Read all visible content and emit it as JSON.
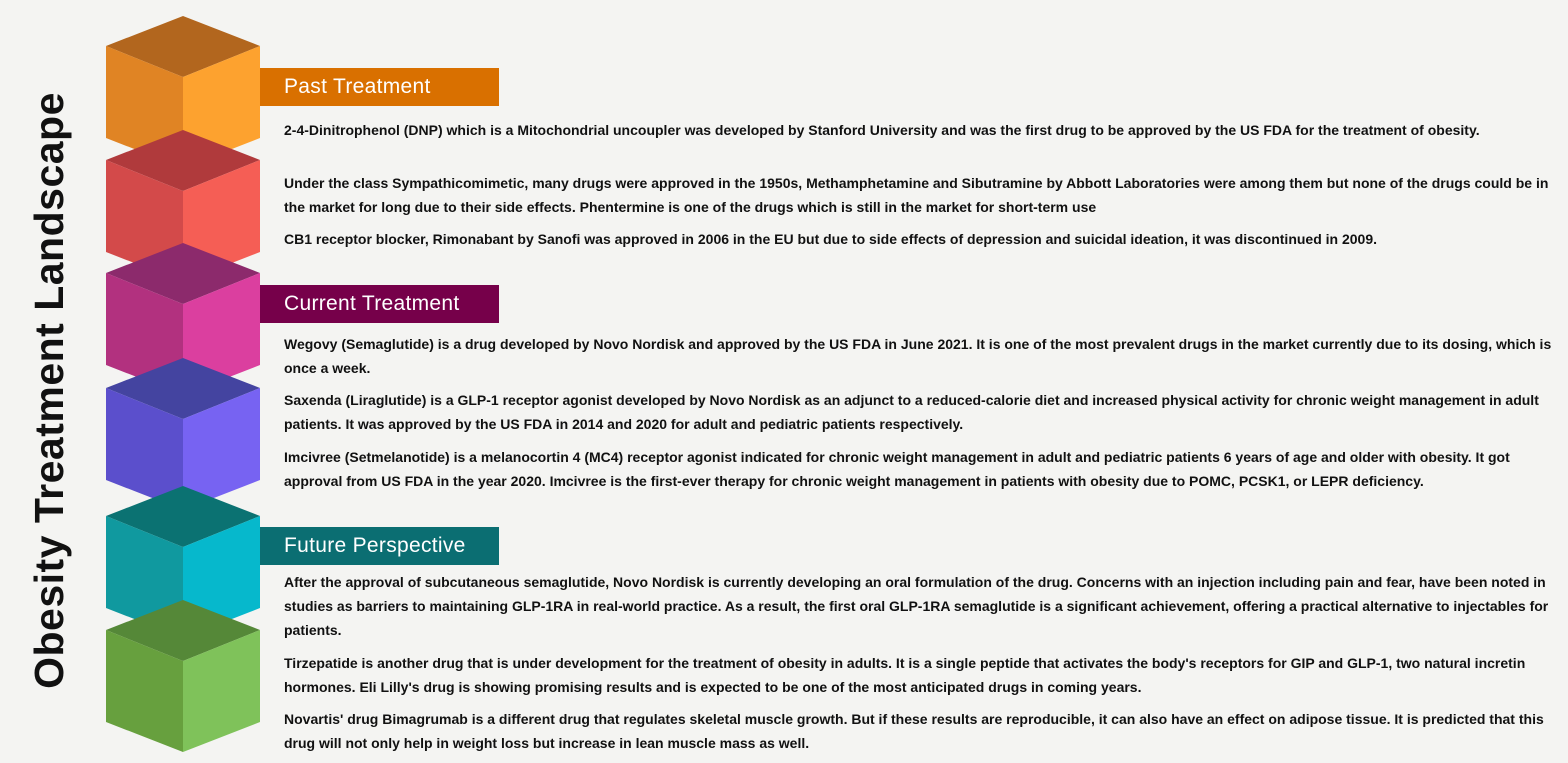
{
  "title": "Obesity Treatment Landscape",
  "colors": {
    "past_header": "#d97000",
    "current_header": "#76004a",
    "future_header": "#0b6e72"
  },
  "cubes": [
    {
      "name": "orange-cube",
      "top": "#b2661e",
      "left": "#e08424",
      "right": "#fda22f"
    },
    {
      "name": "red-cube",
      "top": "#b03a3c",
      "left": "#d34a4a",
      "right": "#f55e55"
    },
    {
      "name": "magenta-cube",
      "top": "#8c2a6c",
      "left": "#b2317f",
      "right": "#db3f9f"
    },
    {
      "name": "purple-cube",
      "top": "#4444a0",
      "left": "#5b4fcc",
      "right": "#7763f2"
    },
    {
      "name": "teal-cube",
      "top": "#0b7272",
      "left": "#10999f",
      "right": "#06b8cc"
    },
    {
      "name": "green-cube",
      "top": "#558838",
      "left": "#67a03e",
      "right": "#7fc25a"
    }
  ],
  "sections": {
    "past": {
      "header": "Past Treatment",
      "paragraphs": [
        "2-4-Dinitrophenol (DNP) which is a Mitochondrial uncoupler was developed by Stanford University and was the first drug to be approved by the US FDA for the treatment of obesity.",
        "Under the class Sympathicomimetic, many drugs were approved in the 1950s, Methamphetamine and Sibutramine by Abbott Laboratories were among them but none of the drugs could be in the market for long due to their side effects. Phentermine is one of the drugs which is still in the market for short-term use",
        "CB1 receptor blocker, Rimonabant by Sanofi was approved in 2006 in the EU but due to side effects of depression and suicidal ideation, it was discontinued in 2009."
      ]
    },
    "current": {
      "header": "Current Treatment",
      "paragraphs": [
        "Wegovy (Semaglutide) is a drug developed by Novo Nordisk and approved by the US FDA in June 2021. It is one of the most prevalent drugs in the market currently due to its dosing, which is once a week.",
        "Saxenda (Liraglutide) is a GLP-1 receptor agonist developed by Novo Nordisk as an adjunct to a reduced-calorie diet and increased physical activity for chronic weight management in adult patients. It was approved by the US FDA in 2014 and 2020 for adult and pediatric patients respectively.",
        "Imcivree (Setmelanotide) is a melanocortin 4 (MC4) receptor agonist indicated for chronic weight management in adult and pediatric patients 6 years of age and older with obesity. It got approval from US FDA in the year 2020. Imcivree is the first-ever therapy for chronic weight management in patients with obesity due to POMC, PCSK1, or LEPR deficiency."
      ]
    },
    "future": {
      "header": "Future Perspective",
      "paragraphs": [
        "After the approval of subcutaneous semaglutide, Novo Nordisk is currently developing an oral formulation of the drug. Concerns with an injection including pain and fear, have been noted in studies as barriers to maintaining GLP-1RA in real-world practice. As a result, the first oral GLP-1RA semaglutide is a significant achievement, offering a practical alternative to injectables for patients.",
        "Tirzepatide is another drug that is under development for the treatment of obesity in adults. It is a single peptide that activates the body's receptors for GIP and GLP-1, two natural incretin hormones. Eli Lilly's drug is showing promising results and is expected to be one of the most anticipated drugs in coming years.",
        "Novartis' drug Bimagrumab is a different drug that regulates skeletal muscle growth. But if these results are reproducible, it can also have an effect on adipose tissue. It is predicted that this drug will not only help in weight loss but increase in lean muscle mass as well."
      ]
    }
  }
}
